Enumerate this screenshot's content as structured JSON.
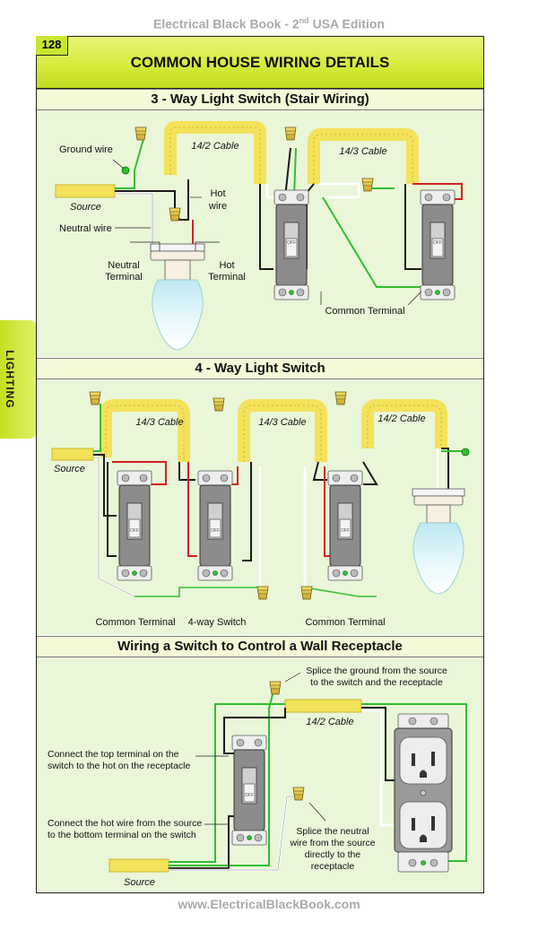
{
  "header": {
    "book_title": "Electrical Black Book - 2",
    "edition_sup": "nd",
    "edition_rest": " USA Edition"
  },
  "page": {
    "number": "128",
    "title": "COMMON HOUSE WIRING DETAILS",
    "side_tab": "LIGHTING"
  },
  "sections": {
    "three_way": {
      "title": "3 - Way Light Switch (Stair Wiring)",
      "labels": {
        "ground_wire": "Ground wire",
        "source": "Source",
        "neutral_wire": "Neutral wire",
        "hot_wire_1": "Hot",
        "hot_wire_2": "wire",
        "neutral_terminal_1": "Neutral",
        "neutral_terminal_2": "Terminal",
        "hot_terminal_1": "Hot",
        "hot_terminal_2": "Terminal",
        "cable_14_2": "14/2 Cable",
        "cable_14_3": "14/3 Cable",
        "common_terminal": "Common Terminal"
      }
    },
    "four_way": {
      "title": "4 - Way Light Switch",
      "labels": {
        "source": "Source",
        "cable_a": "14/3 Cable",
        "cable_b": "14/3 Cable",
        "cable_c": "14/2 Cable",
        "common_terminal_left": "Common Terminal",
        "four_way_switch": "4-way Switch",
        "common_terminal_right": "Common Terminal"
      }
    },
    "receptacle": {
      "title": "Wiring a Switch to Control a Wall Receptacle",
      "labels": {
        "splice_ground_1": "Splice the ground from the source",
        "splice_ground_2": "to the switch and the receptacle",
        "cable_14_2": "14/2 Cable",
        "connect_top_1": "Connect the top terminal on the",
        "connect_top_2": "switch to the hot on the receptacle",
        "connect_hot_1": "Connect the hot wire from the source",
        "connect_hot_2": "to the bottom terminal on the switch",
        "splice_neutral_1": "Splice the neutral",
        "splice_neutral_2": "wire from the source",
        "splice_neutral_3": "directly to the",
        "splice_neutral_4": "receptacle",
        "source": "Source"
      }
    }
  },
  "switch_face_label": "OFF",
  "footer": {
    "url": "www.ElectricalBlackBook.com"
  },
  "colors": {
    "accent": "#c8e632",
    "panel": "#eaf6d8",
    "cable_yellow": "#f3e25a",
    "ground_green": "#2fc02f",
    "hot_red": "#d42020",
    "neutral_white": "#ffffff",
    "wire_black": "#1a1a1a",
    "switch_gray": "#8c8c8c"
  }
}
